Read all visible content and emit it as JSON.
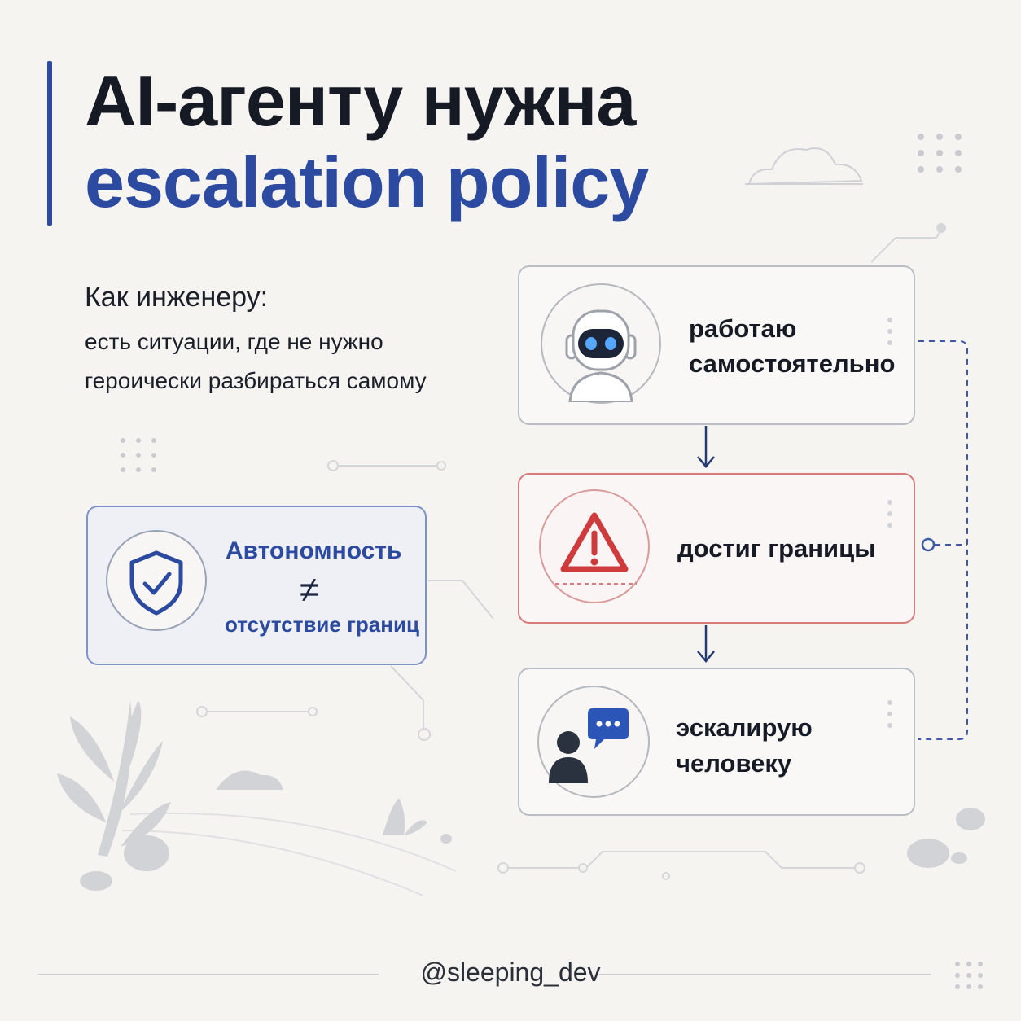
{
  "title": {
    "line1": "AI-агенту нужна",
    "line2": "escalation policy"
  },
  "intro": {
    "heading": "Как инженеру:",
    "line1": "есть ситуации, где не нужно",
    "line2": "героически разбираться самому"
  },
  "principle": {
    "icon": "shield-check-icon",
    "term": "Автономность",
    "operator": "≠",
    "negation": "отсутствие границ"
  },
  "steps": [
    {
      "icon": "robot-icon",
      "line1": "работаю",
      "line2": "самостоятельно",
      "border": "#b9bdc5"
    },
    {
      "icon": "warning-icon",
      "line1": "достиг границы",
      "line2": "",
      "border": "#d77b7b"
    },
    {
      "icon": "person-chat-icon",
      "line1": "эскалирую",
      "line2": "человеку",
      "border": "#b9bdc5"
    }
  ],
  "footer": {
    "handle": "@sleeping_dev"
  },
  "colors": {
    "accent": "#2b4aa0",
    "warning": "#d0393b",
    "text": "#151a24",
    "background": "#f6f4f1"
  }
}
